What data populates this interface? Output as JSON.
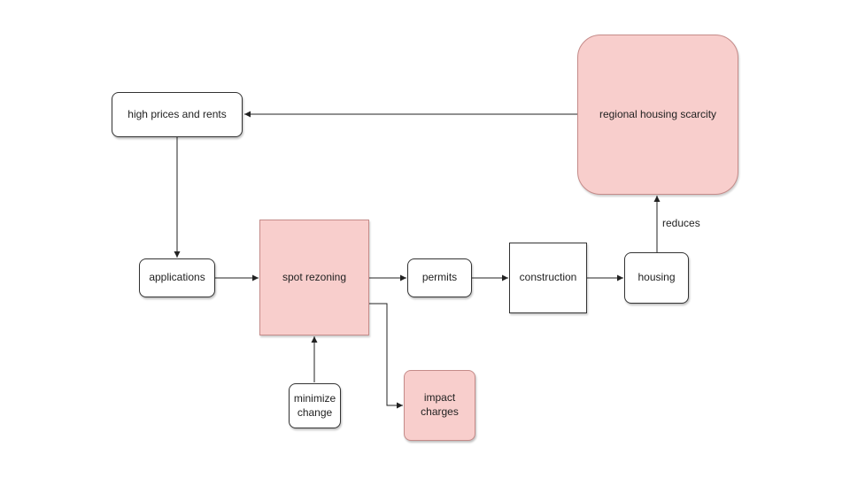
{
  "nodes": {
    "high_prices": "high prices and rents",
    "regional_scarcity": "regional housing scarcity",
    "applications": "applications",
    "spot_rezoning": "spot rezoning",
    "permits": "permits",
    "construction": "construction",
    "housing": "housing",
    "minimize_change": "minimize\nchange",
    "impact_charges": "impact\ncharges"
  },
  "edge_labels": {
    "reduces": "reduces"
  },
  "colors": {
    "highlight_fill": "#f8cecc",
    "highlight_stroke": "#c58b89",
    "line": "#222222"
  }
}
